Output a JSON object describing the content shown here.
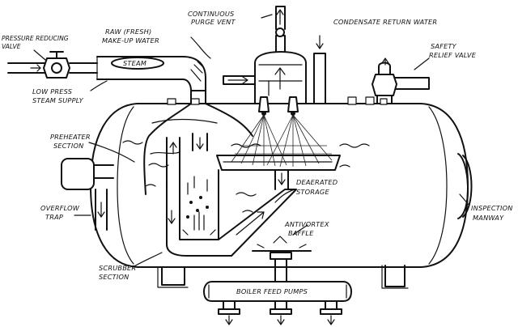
{
  "labels": {
    "continuous_purge_vent": [
      "CONTINUOUS",
      "PURGE VENT"
    ],
    "raw_makeup_water": [
      "RAW (FRESH)",
      "MAKE-UP WATER"
    ],
    "condensate_return_water": "CONDENSATE RETURN WATER",
    "pressure_reducing_valve": [
      "PRESSURE REDUCING",
      "VALVE"
    ],
    "steam": "STEAM",
    "safety_relief_valve": [
      "SAFETY",
      "RELIEF VALVE"
    ],
    "low_press_steam_supply": [
      "LOW PRESS",
      "STEAM SUPPLY"
    ],
    "preheater_section": [
      "PREHEATER",
      "SECTION"
    ],
    "deaerated_storage": [
      "DEAERATED",
      "STORAGE"
    ],
    "overflow_trap": [
      "OVERFLOW",
      "TRAP"
    ],
    "inspection_manway": [
      "INSPECTION",
      "MANWAY"
    ],
    "antivortex_baffle": [
      "ANTIVORTEX",
      "BAFFLE"
    ],
    "scrubber_section": [
      "SCRUBBER",
      "SECTION"
    ],
    "boiler_feed_pumps": "BOILER FEED PUMPS"
  }
}
